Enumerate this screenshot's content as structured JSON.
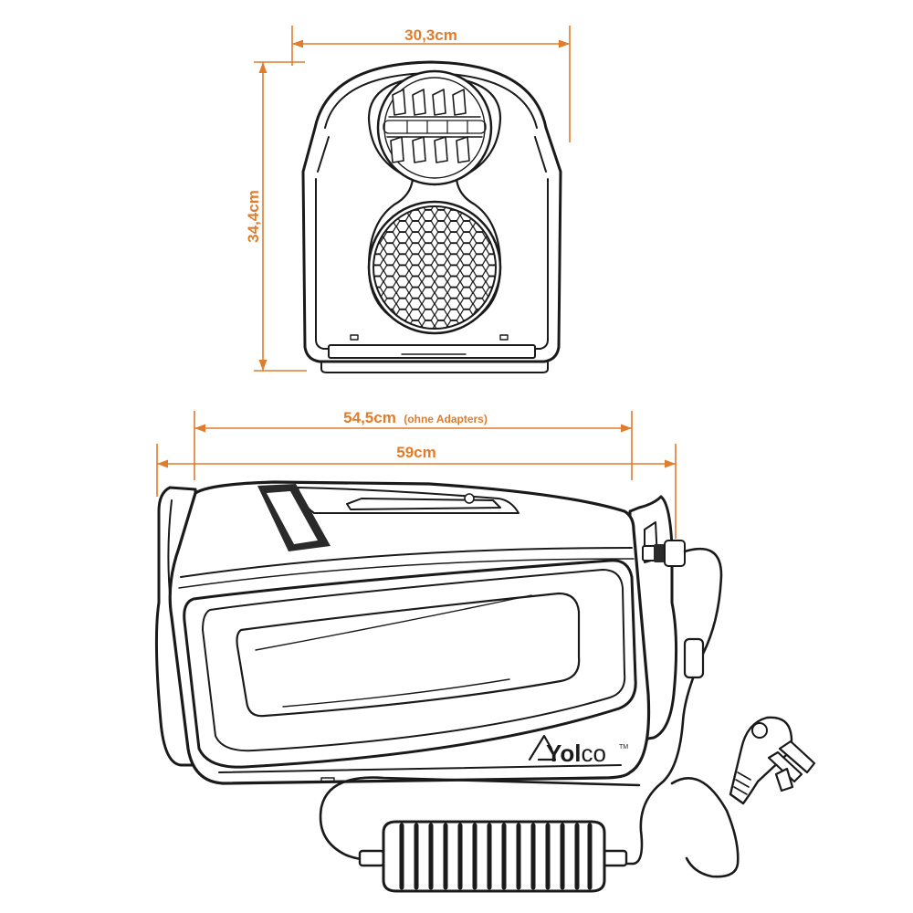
{
  "front_view": {
    "width_label": "30,3cm",
    "height_label": "34,4cm"
  },
  "side_view": {
    "length_no_adapters_value": "54,5cm",
    "length_no_adapters_note": "(ohne Adapters)",
    "length_total_label": "59cm"
  },
  "brand": {
    "logo_text_main": "Yol",
    "logo_text_tail": "co",
    "trademark": "TM"
  },
  "colors": {
    "dimension": "#e07c2a",
    "ink": "#1a1a1a"
  }
}
